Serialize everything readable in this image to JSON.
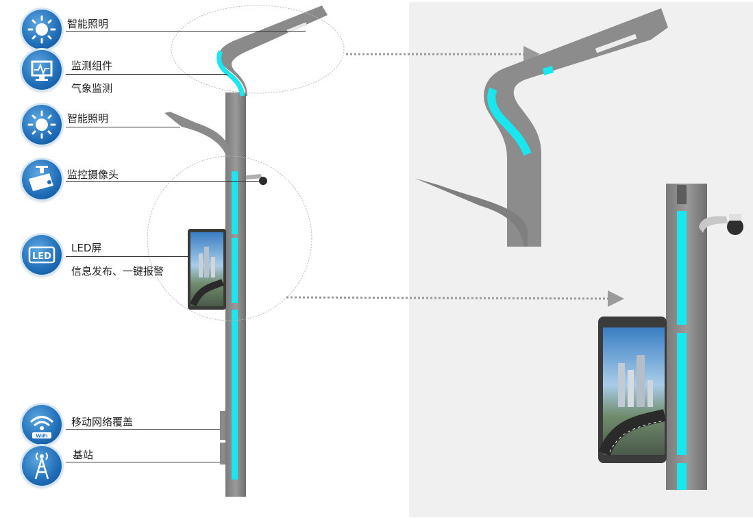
{
  "labels": {
    "lighting_top": "智能照明",
    "monitor_line1": "监测组件",
    "monitor_line2": "气象监测",
    "lighting_mid": "智能照明",
    "camera": "监控摄像头",
    "led_line1": "LED屏",
    "led_line2": "信息发布、一键报警",
    "wifi": "移动网络覆盖",
    "station": "基站"
  },
  "icons": [
    "sun-icon",
    "monitor-icon",
    "sun-icon",
    "camera-icon",
    "led-icon",
    "wifi-icon",
    "antenna-icon"
  ],
  "colors": {
    "pole": "#8c8c8c",
    "led_strip": "#19e6ee",
    "badge": "#1f6db8",
    "right_bg": "#f0f0f0"
  }
}
